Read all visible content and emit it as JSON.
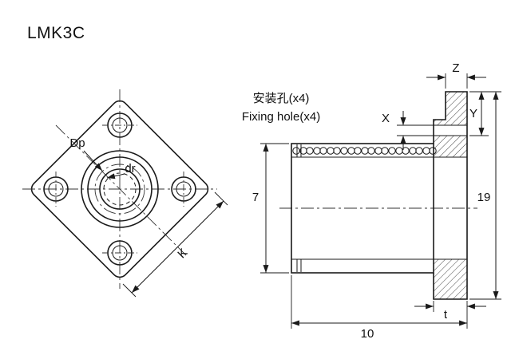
{
  "title": "LMK3C",
  "front_view": {
    "dp_label": "Dp",
    "dr_label": "dr",
    "k_label": "K"
  },
  "side_view": {
    "mounting_hole_note_cn": "安装孔(x4)",
    "mounting_hole_note_en": "Fixing hole(x4)",
    "z_label": "Z",
    "x_label": "X",
    "y_label": "Y",
    "outer_diameter": "7",
    "flange_height": "19",
    "total_length": "10",
    "flange_thickness": "t"
  },
  "colors": {
    "line": "#1a1a1a",
    "background": "#ffffff"
  }
}
